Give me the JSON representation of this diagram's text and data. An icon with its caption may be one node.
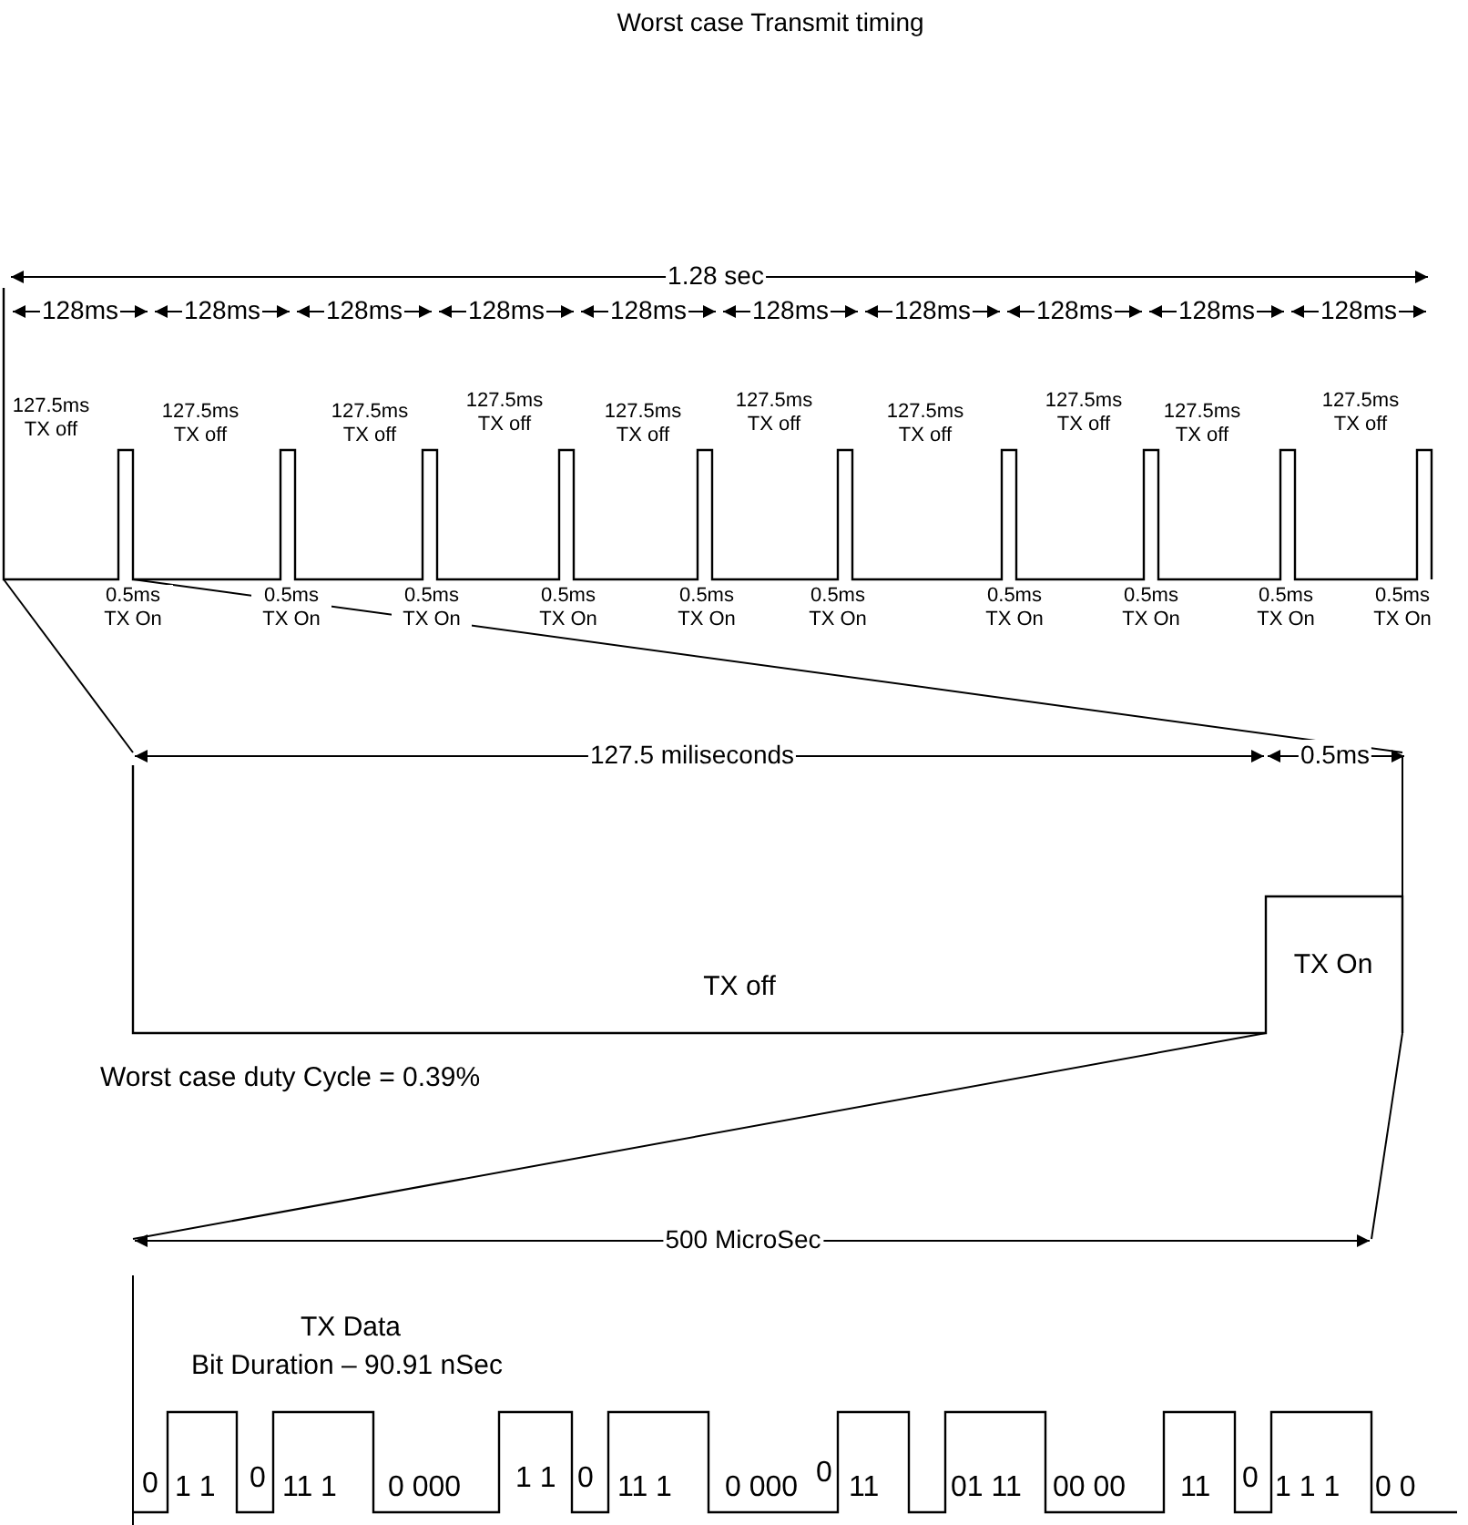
{
  "diagram": {
    "title": "Worst case Transmit timing",
    "labels": [
      "1.28 sec",
      "128ms",
      "128ms",
      "128ms",
      "128ms",
      "128ms",
      "128ms",
      "128ms",
      "128ms",
      "128ms",
      "128ms",
      "127.5ms TX off",
      "127.5ms TX off",
      "127.5ms TX off",
      "127.5ms TX off",
      "127.5ms TX off",
      "127.5ms TX off",
      "127.5ms TX off",
      "127.5ms TX off",
      "127.5ms TX off",
      "127.5ms TX off",
      "0.5ms TX On",
      "0.5ms TX On",
      "0.5ms TX On",
      "0.5ms TX On",
      "0.5ms TX On",
      "0.5ms TX On",
      "0.5ms TX On",
      "0.5ms TX On",
      "0.5ms TX On",
      "0.5ms TX On",
      "127.5 miliseconds",
      "0.5ms",
      "TX off",
      "TX On",
      "Worst case duty Cycle = 0.39%",
      "500 MicroSec",
      "TX Data",
      "Bit Duration – 90.91 nSec",
      "0",
      "1 1",
      "0",
      "11 1",
      "0 000",
      "1 1",
      "0",
      "11 1",
      "0 000",
      "0",
      "11",
      "01 11",
      "00 00",
      "11",
      "0",
      "1 1 1",
      "0 0"
    ]
  }
}
